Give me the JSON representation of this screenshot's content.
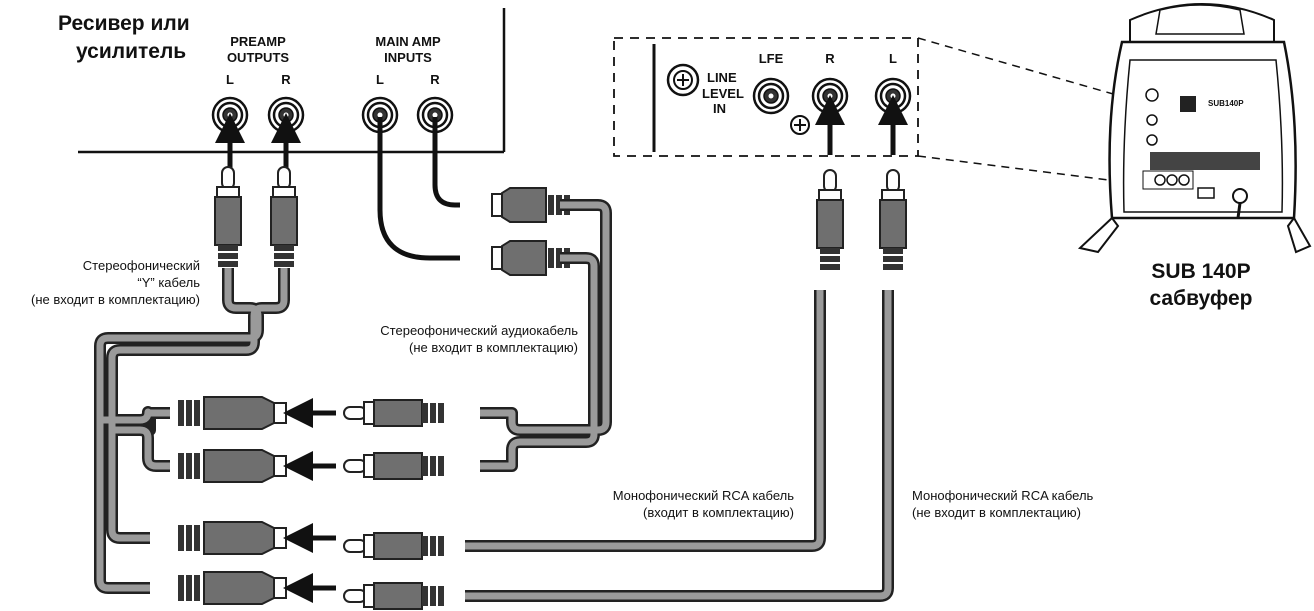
{
  "receiver": {
    "title_line1": "Ресивер или",
    "title_line2": "усилитель",
    "preamp_line1": "PREAMP",
    "preamp_line2": "OUTPUTS",
    "mainamp_line1": "MAIN AMP",
    "mainamp_line2": "INPUTS",
    "left": "L",
    "right": "R"
  },
  "sub_panel": {
    "line1": "LINE",
    "line2": "LEVEL",
    "line3": "IN",
    "lfe": "LFE",
    "right": "R",
    "left": "L",
    "model_badge": "SUB140P"
  },
  "subwoofer": {
    "name_line1": "SUB 140P",
    "name_line2": "сабвуфер"
  },
  "captions": {
    "y_cable_line1": "Стереофонический",
    "y_cable_line2": "“Y” кабель",
    "y_cable_line3": "(не входит в комплектацию)",
    "stereo_cable_line1": "Стереофонический аудиокабель",
    "stereo_cable_line2": "(не входит в комплектацию)",
    "mono_included_line1": "Монофонический RCA кабель",
    "mono_included_line2": "(входит в комплектацию)",
    "mono_excluded_line1": "Монофонический RCA кабель",
    "mono_excluded_line2": "(не входит в комплектацию)"
  }
}
